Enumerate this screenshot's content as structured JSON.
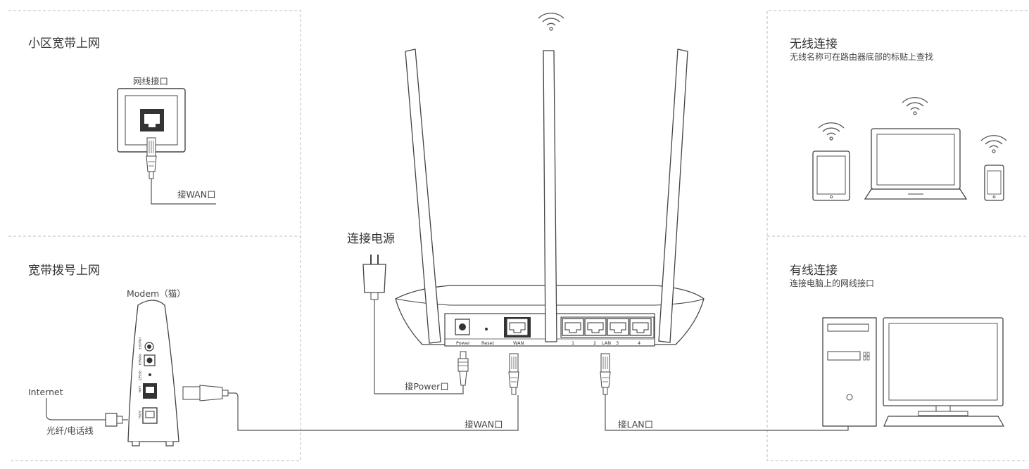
{
  "panels": {
    "community": {
      "title": "小区宽带上网",
      "wall_port_label": "网线接口",
      "cable_label": "接WAN口"
    },
    "dialup": {
      "title": "宽带拨号上网",
      "modem_label": "Modem（猫）",
      "internet_label": "Internet",
      "line_label": "光纤/电话线",
      "modem_ports": {
        "onoff": "ON/OFF",
        "power": "POWER",
        "reset": "RESET",
        "lan": "LAN",
        "adsl": "ADSL"
      }
    },
    "wireless": {
      "title": "无线连接",
      "subtitle": "无线名称可在路由器底部的标贴上查找"
    },
    "wired": {
      "title": "有线连接",
      "subtitle": "连接电脑上的网线接口"
    }
  },
  "router": {
    "power_title": "连接电源",
    "power_cable_label": "接Power口",
    "wan_cable_label": "接WAN口",
    "lan_cable_label": "接LAN口",
    "ports": {
      "power": "Power",
      "reset": "Reset",
      "wan": "WAN",
      "lan1": "1",
      "lan2": "2",
      "lan": "LAN",
      "lan3": "3",
      "lan4": "4"
    }
  },
  "colors": {
    "line": "#555555",
    "divider": "#bbbbbb",
    "port_dark": "#333333"
  }
}
